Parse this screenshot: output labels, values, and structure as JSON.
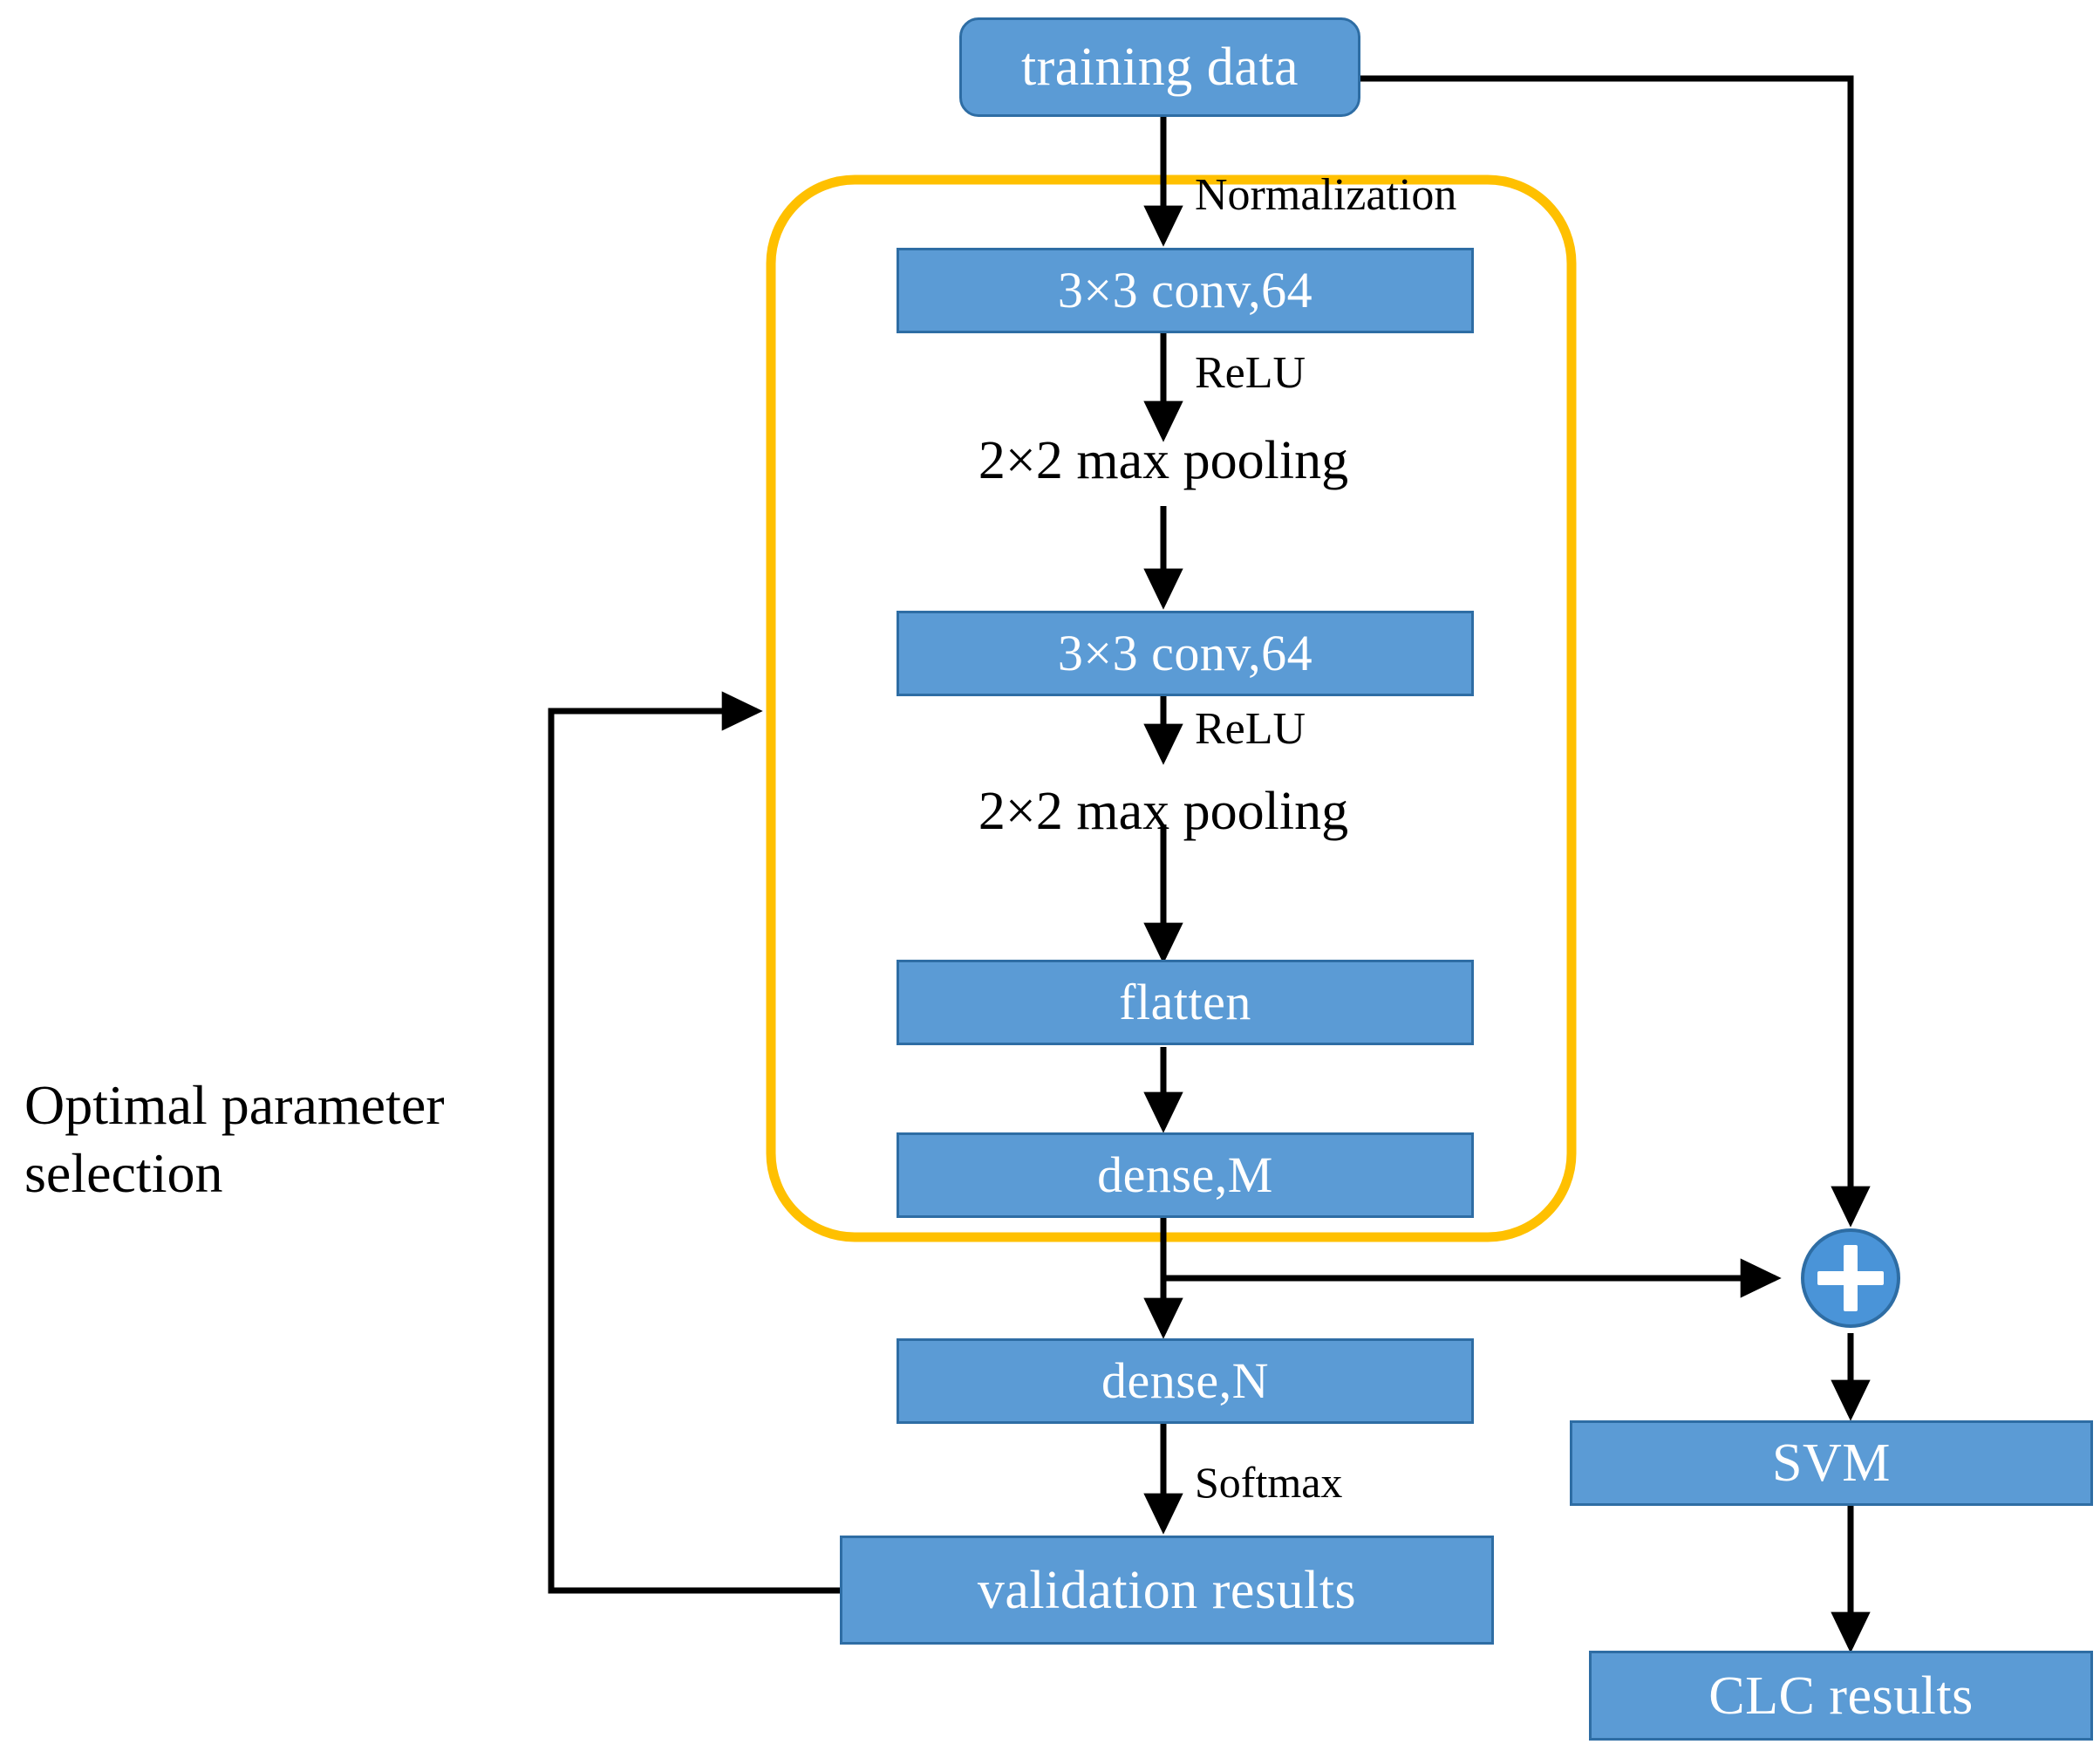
{
  "diagram": {
    "title": "CNN-SVM classification pipeline flowchart",
    "colors": {
      "box_fill": "#5B9BD5",
      "box_border": "#2E6DA4",
      "group_border": "#FFC000",
      "arrow": "#000000",
      "box_text": "#FFFFFF",
      "label_text": "#000000",
      "background": "#FFFFFF"
    },
    "nodes": [
      {
        "id": "training-data",
        "label": "training  data",
        "shape": "rounded-rect"
      },
      {
        "id": "conv1",
        "label": "3×3 conv,64",
        "shape": "rect"
      },
      {
        "id": "conv2",
        "label": "3×3 conv,64",
        "shape": "rect"
      },
      {
        "id": "flatten",
        "label": "flatten",
        "shape": "rect"
      },
      {
        "id": "dense-m",
        "label": "dense,M",
        "shape": "rect"
      },
      {
        "id": "dense-n",
        "label": "dense,N",
        "shape": "rect"
      },
      {
        "id": "validation-results",
        "label": "validation  results",
        "shape": "rect"
      },
      {
        "id": "svm",
        "label": "SVM",
        "shape": "rect"
      },
      {
        "id": "clc-results",
        "label": "CLC results",
        "shape": "rect"
      },
      {
        "id": "add-node",
        "label": "+",
        "shape": "circle"
      }
    ],
    "edge_labels": {
      "normalization": "Normalization",
      "relu_1": "ReLU",
      "max_pooling_1": "2×2 max pooling",
      "relu_2": "ReLU",
      "max_pooling_2": "2×2 max pooling",
      "softmax": "Softmax"
    },
    "annotations": {
      "optimal_parameter_selection": "Optimal parameter selection"
    },
    "group": {
      "id": "cnn-feature-extractor-group",
      "border_color": "#FFC000"
    }
  }
}
